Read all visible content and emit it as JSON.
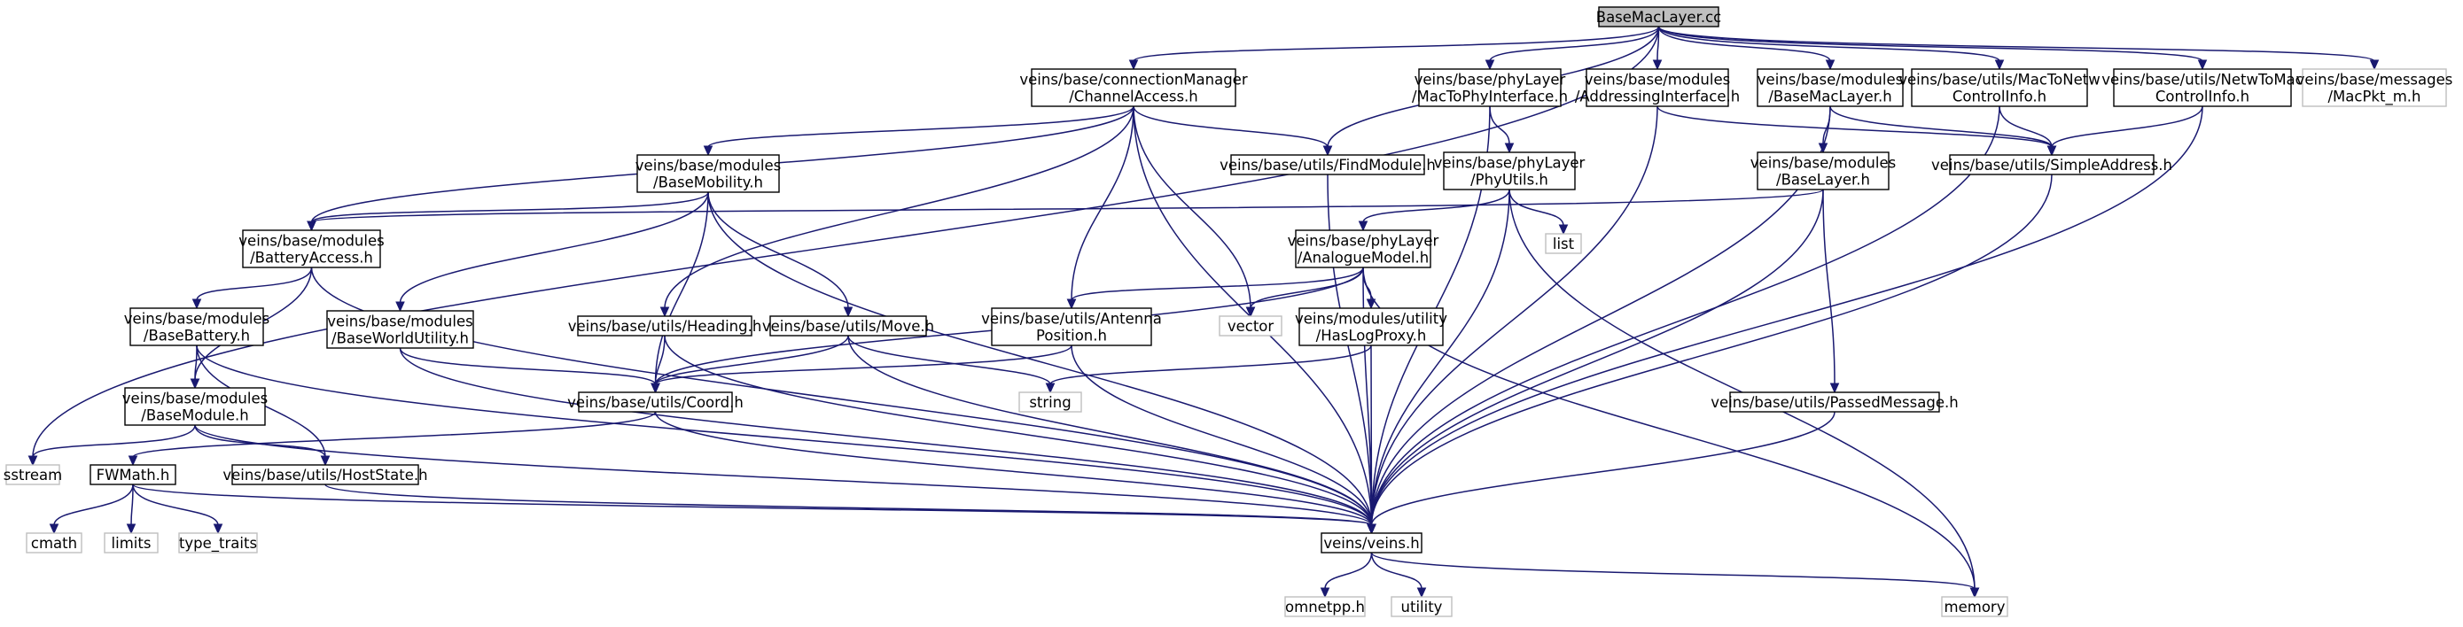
{
  "graph": {
    "title": "",
    "nodes": [
      {
        "id": "root",
        "lines": [
          "BaseMacLayer.cc"
        ],
        "style": "root",
        "interactive": false
      },
      {
        "id": "ca",
        "lines": [
          "veins/base/connectionManager",
          "/ChannelAccess.h"
        ],
        "style": "normal",
        "interactive": true
      },
      {
        "id": "mtpi",
        "lines": [
          "veins/base/phyLayer",
          "/MacToPhyInterface.h"
        ],
        "style": "normal",
        "interactive": true
      },
      {
        "id": "ai",
        "lines": [
          "veins/base/modules",
          "/AddressingInterface.h"
        ],
        "style": "normal",
        "interactive": true
      },
      {
        "id": "bml",
        "lines": [
          "veins/base/modules",
          "/BaseMacLayer.h"
        ],
        "style": "normal",
        "interactive": true
      },
      {
        "id": "mtnci",
        "lines": [
          "veins/base/utils/MacToNetw",
          "ControlInfo.h"
        ],
        "style": "normal",
        "interactive": true
      },
      {
        "id": "ntmci",
        "lines": [
          "veins/base/utils/NetwToMac",
          "ControlInfo.h"
        ],
        "style": "normal",
        "interactive": true
      },
      {
        "id": "macpkt",
        "lines": [
          "veins/base/messages",
          "/MacPkt_m.h"
        ],
        "style": "system",
        "interactive": false
      },
      {
        "id": "bmob",
        "lines": [
          "veins/base/modules",
          "/BaseMobility.h"
        ],
        "style": "normal",
        "interactive": true
      },
      {
        "id": "fm",
        "lines": [
          "veins/base/utils/FindModule.h"
        ],
        "style": "normal",
        "interactive": true
      },
      {
        "id": "phyutils",
        "lines": [
          "veins/base/phyLayer",
          "/PhyUtils.h"
        ],
        "style": "normal",
        "interactive": true
      },
      {
        "id": "bl",
        "lines": [
          "veins/base/modules",
          "/BaseLayer.h"
        ],
        "style": "normal",
        "interactive": true
      },
      {
        "id": "sa",
        "lines": [
          "veins/base/utils/SimpleAddress.h"
        ],
        "style": "normal",
        "interactive": true
      },
      {
        "id": "ba",
        "lines": [
          "veins/base/modules",
          "/BatteryAccess.h"
        ],
        "style": "normal",
        "interactive": true
      },
      {
        "id": "list",
        "lines": [
          "list"
        ],
        "style": "system",
        "interactive": false
      },
      {
        "id": "am",
        "lines": [
          "veins/base/phyLayer",
          "/AnalogueModel.h"
        ],
        "style": "normal",
        "interactive": true
      },
      {
        "id": "bbat",
        "lines": [
          "veins/base/modules",
          "/BaseBattery.h"
        ],
        "style": "normal",
        "interactive": true
      },
      {
        "id": "bwu",
        "lines": [
          "veins/base/modules",
          "/BaseWorldUtility.h"
        ],
        "style": "normal",
        "interactive": true
      },
      {
        "id": "heading",
        "lines": [
          "veins/base/utils/Heading.h"
        ],
        "style": "normal",
        "interactive": true
      },
      {
        "id": "move",
        "lines": [
          "veins/base/utils/Move.h"
        ],
        "style": "normal",
        "interactive": true
      },
      {
        "id": "antpos",
        "lines": [
          "veins/base/utils/Antenna",
          "Position.h"
        ],
        "style": "normal",
        "interactive": true
      },
      {
        "id": "vector",
        "lines": [
          "vector"
        ],
        "style": "system",
        "interactive": false
      },
      {
        "id": "hlp",
        "lines": [
          "veins/modules/utility",
          "/HasLogProxy.h"
        ],
        "style": "normal",
        "interactive": true
      },
      {
        "id": "bmod",
        "lines": [
          "veins/base/modules",
          "/BaseModule.h"
        ],
        "style": "normal",
        "interactive": true
      },
      {
        "id": "coord",
        "lines": [
          "veins/base/utils/Coord.h"
        ],
        "style": "normal",
        "interactive": true
      },
      {
        "id": "string",
        "lines": [
          "string"
        ],
        "style": "system",
        "interactive": false
      },
      {
        "id": "pm",
        "lines": [
          "veins/base/utils/PassedMessage.h"
        ],
        "style": "normal",
        "interactive": true
      },
      {
        "id": "sstream",
        "lines": [
          "sstream"
        ],
        "style": "system",
        "interactive": false
      },
      {
        "id": "fwmath",
        "lines": [
          "FWMath.h"
        ],
        "style": "normal",
        "interactive": true
      },
      {
        "id": "hs",
        "lines": [
          "veins/base/utils/HostState.h"
        ],
        "style": "normal",
        "interactive": true
      },
      {
        "id": "cmath",
        "lines": [
          "cmath"
        ],
        "style": "system",
        "interactive": false
      },
      {
        "id": "limits",
        "lines": [
          "limits"
        ],
        "style": "system",
        "interactive": false
      },
      {
        "id": "tt",
        "lines": [
          "type_traits"
        ],
        "style": "system",
        "interactive": false
      },
      {
        "id": "veins",
        "lines": [
          "veins/veins.h"
        ],
        "style": "normal",
        "interactive": true
      },
      {
        "id": "omnetpp",
        "lines": [
          "omnetpp.h"
        ],
        "style": "system",
        "interactive": false
      },
      {
        "id": "utility",
        "lines": [
          "utility"
        ],
        "style": "system",
        "interactive": false
      },
      {
        "id": "memory",
        "lines": [
          "memory"
        ],
        "style": "system",
        "interactive": false
      }
    ],
    "edges": [
      [
        "root",
        "sstream"
      ],
      [
        "root",
        "ca"
      ],
      [
        "root",
        "fm"
      ],
      [
        "root",
        "mtpi"
      ],
      [
        "root",
        "ai"
      ],
      [
        "root",
        "bml"
      ],
      [
        "root",
        "mtnci"
      ],
      [
        "root",
        "ntmci"
      ],
      [
        "root",
        "macpkt"
      ],
      [
        "ca",
        "bmob"
      ],
      [
        "ca",
        "fm"
      ],
      [
        "ca",
        "ba"
      ],
      [
        "ca",
        "heading"
      ],
      [
        "ca",
        "antpos"
      ],
      [
        "ca",
        "vector"
      ],
      [
        "ca",
        "veins"
      ],
      [
        "mtpi",
        "phyutils"
      ],
      [
        "mtpi",
        "veins"
      ],
      [
        "ai",
        "sa"
      ],
      [
        "ai",
        "veins"
      ],
      [
        "bml",
        "bl"
      ],
      [
        "bml",
        "sa"
      ],
      [
        "bml",
        "veins"
      ],
      [
        "mtnci",
        "sa"
      ],
      [
        "mtnci",
        "veins"
      ],
      [
        "ntmci",
        "sa"
      ],
      [
        "ntmci",
        "veins"
      ],
      [
        "bmob",
        "ba"
      ],
      [
        "bmob",
        "bwu"
      ],
      [
        "bmob",
        "move"
      ],
      [
        "bmob",
        "coord"
      ],
      [
        "bmob",
        "veins"
      ],
      [
        "fm",
        "veins"
      ],
      [
        "phyutils",
        "am"
      ],
      [
        "phyutils",
        "list"
      ],
      [
        "phyutils",
        "veins"
      ],
      [
        "phyutils",
        "memory"
      ],
      [
        "bl",
        "ba"
      ],
      [
        "bl",
        "pm"
      ],
      [
        "bl",
        "veins"
      ],
      [
        "sa",
        "veins"
      ],
      [
        "ba",
        "bbat"
      ],
      [
        "ba",
        "bmod"
      ],
      [
        "ba",
        "veins"
      ],
      [
        "am",
        "antpos"
      ],
      [
        "am",
        "vector"
      ],
      [
        "am",
        "hlp"
      ],
      [
        "am",
        "coord"
      ],
      [
        "am",
        "veins"
      ],
      [
        "am",
        "memory"
      ],
      [
        "bbat",
        "bmod"
      ],
      [
        "bbat",
        "hs"
      ],
      [
        "bbat",
        "veins"
      ],
      [
        "bwu",
        "coord"
      ],
      [
        "bwu",
        "veins"
      ],
      [
        "heading",
        "coord"
      ],
      [
        "heading",
        "veins"
      ],
      [
        "move",
        "coord"
      ],
      [
        "move",
        "string"
      ],
      [
        "move",
        "veins"
      ],
      [
        "antpos",
        "coord"
      ],
      [
        "antpos",
        "veins"
      ],
      [
        "hlp",
        "string"
      ],
      [
        "hlp",
        "veins"
      ],
      [
        "bmod",
        "sstream"
      ],
      [
        "bmod",
        "hs"
      ],
      [
        "bmod",
        "veins"
      ],
      [
        "coord",
        "fwmath"
      ],
      [
        "coord",
        "veins"
      ],
      [
        "pm",
        "veins"
      ],
      [
        "fwmath",
        "cmath"
      ],
      [
        "fwmath",
        "limits"
      ],
      [
        "fwmath",
        "tt"
      ],
      [
        "fwmath",
        "veins"
      ],
      [
        "hs",
        "veins"
      ],
      [
        "veins",
        "omnetpp"
      ],
      [
        "veins",
        "utility"
      ],
      [
        "veins",
        "memory"
      ]
    ]
  }
}
